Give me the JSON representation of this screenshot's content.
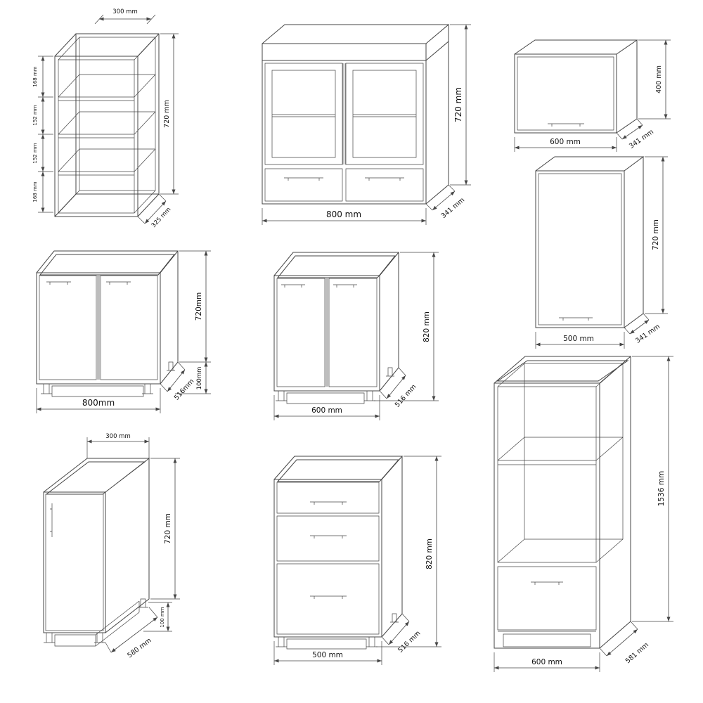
{
  "page": {
    "background": "#ffffff",
    "line_color": "#454545"
  },
  "cabinets": {
    "shelf300": {
      "width": "300 mm",
      "height": "720 mm",
      "depth": "325 mm",
      "compartments": [
        "168 mm",
        "152 mm",
        "152 mm",
        "168 mm"
      ]
    },
    "wall800": {
      "width": "800 mm",
      "height": "720 mm",
      "depth": "341 mm"
    },
    "wall600": {
      "width": "600 mm",
      "height": "400 mm",
      "depth": "341 mm"
    },
    "wall500": {
      "width": "500 mm",
      "height": "720 mm",
      "depth": "341 mm"
    },
    "sink800": {
      "width": "800mm",
      "height": "720mm",
      "legs": "100mm",
      "depth": "516mm"
    },
    "base600": {
      "width": "600 mm",
      "height": "820 mm",
      "depth": "516 mm"
    },
    "base300": {
      "width": "300 mm",
      "height": "720 mm",
      "legs": "100 mm",
      "depth": "580 mm"
    },
    "drawer500": {
      "width": "500 mm",
      "height": "820 mm",
      "depth": "516 mm"
    },
    "tall600": {
      "width": "600 mm",
      "height": "1536 mm",
      "depth": "581 mm"
    }
  }
}
